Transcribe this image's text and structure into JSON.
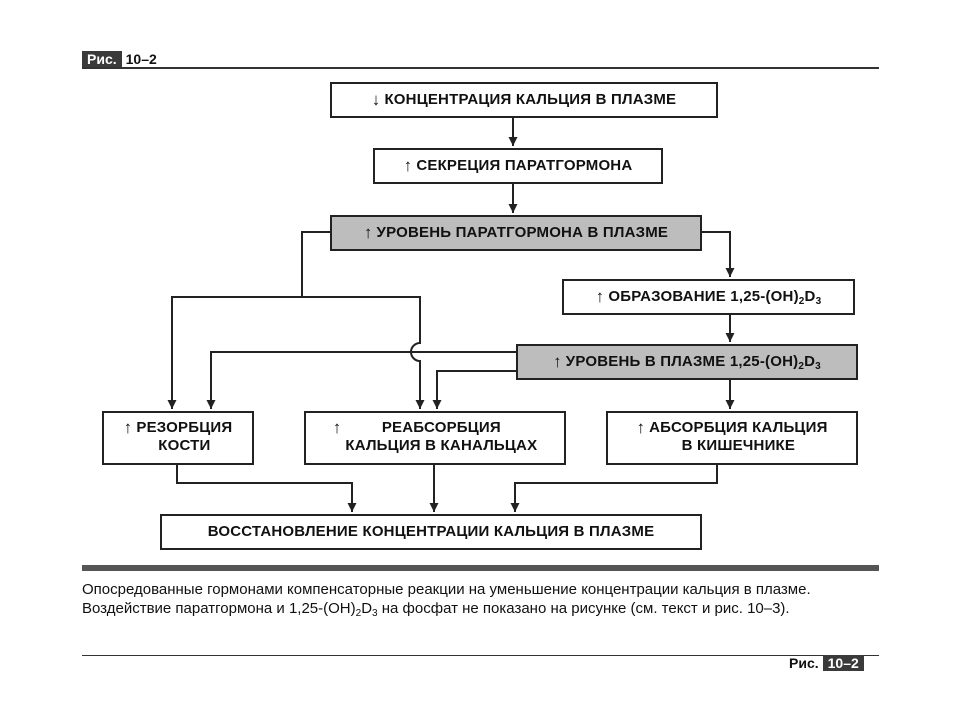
{
  "figure": {
    "prefix": "Рис.",
    "number": "10–2"
  },
  "boxes": {
    "b1": {
      "arrow": "↓",
      "text": "КОНЦЕНТРАЦИЯ КАЛЬЦИЯ В ПЛАЗМЕ"
    },
    "b2": {
      "arrow": "↑",
      "text": "СЕКРЕЦИЯ ПАРАТГОРМОНА"
    },
    "b3": {
      "arrow": "↑",
      "text": "УРОВЕНЬ ПАРАТГОРМОНА В ПЛАЗМЕ"
    },
    "b4": {
      "arrow": "↑",
      "text": "ОБРАЗОВАНИЕ 1,25-(OH)",
      "sub1": "2",
      "text2": "D",
      "sub2": "3"
    },
    "b5": {
      "arrow": "↑",
      "text": "УРОВЕНЬ В ПЛАЗМЕ 1,25-(OH)",
      "sub1": "2",
      "text2": "D",
      "sub2": "3"
    },
    "b6": {
      "arrow": "↑",
      "line1": "РЕЗОРБЦИЯ",
      "line2": "КОСТИ"
    },
    "b7": {
      "arrow": "↑",
      "line1": "РЕАБСОРБЦИЯ",
      "line2": "КАЛЬЦИЯ В КАНАЛЬЦАХ"
    },
    "b8": {
      "arrow": "↑",
      "line1": "АБСОРБЦИЯ КАЛЬЦИЯ",
      "line2": "В КИШЕЧНИКЕ"
    },
    "b9": {
      "text": "ВОССТАНОВЛЕНИЕ КОНЦЕНТРАЦИИ КАЛЬЦИЯ В ПЛАЗМЕ"
    }
  },
  "caption": {
    "part1": "Опосредованные гормонами компенсаторные реакции на уменьшение концентрации кальция в плазме. Воздействие паратгормона и 1,25-(OH)",
    "sub1": "2",
    "part2": "D",
    "sub2": "3",
    "part3": " на фосфат не показано на рисунке (см. текст и рис. 10–3)."
  }
}
